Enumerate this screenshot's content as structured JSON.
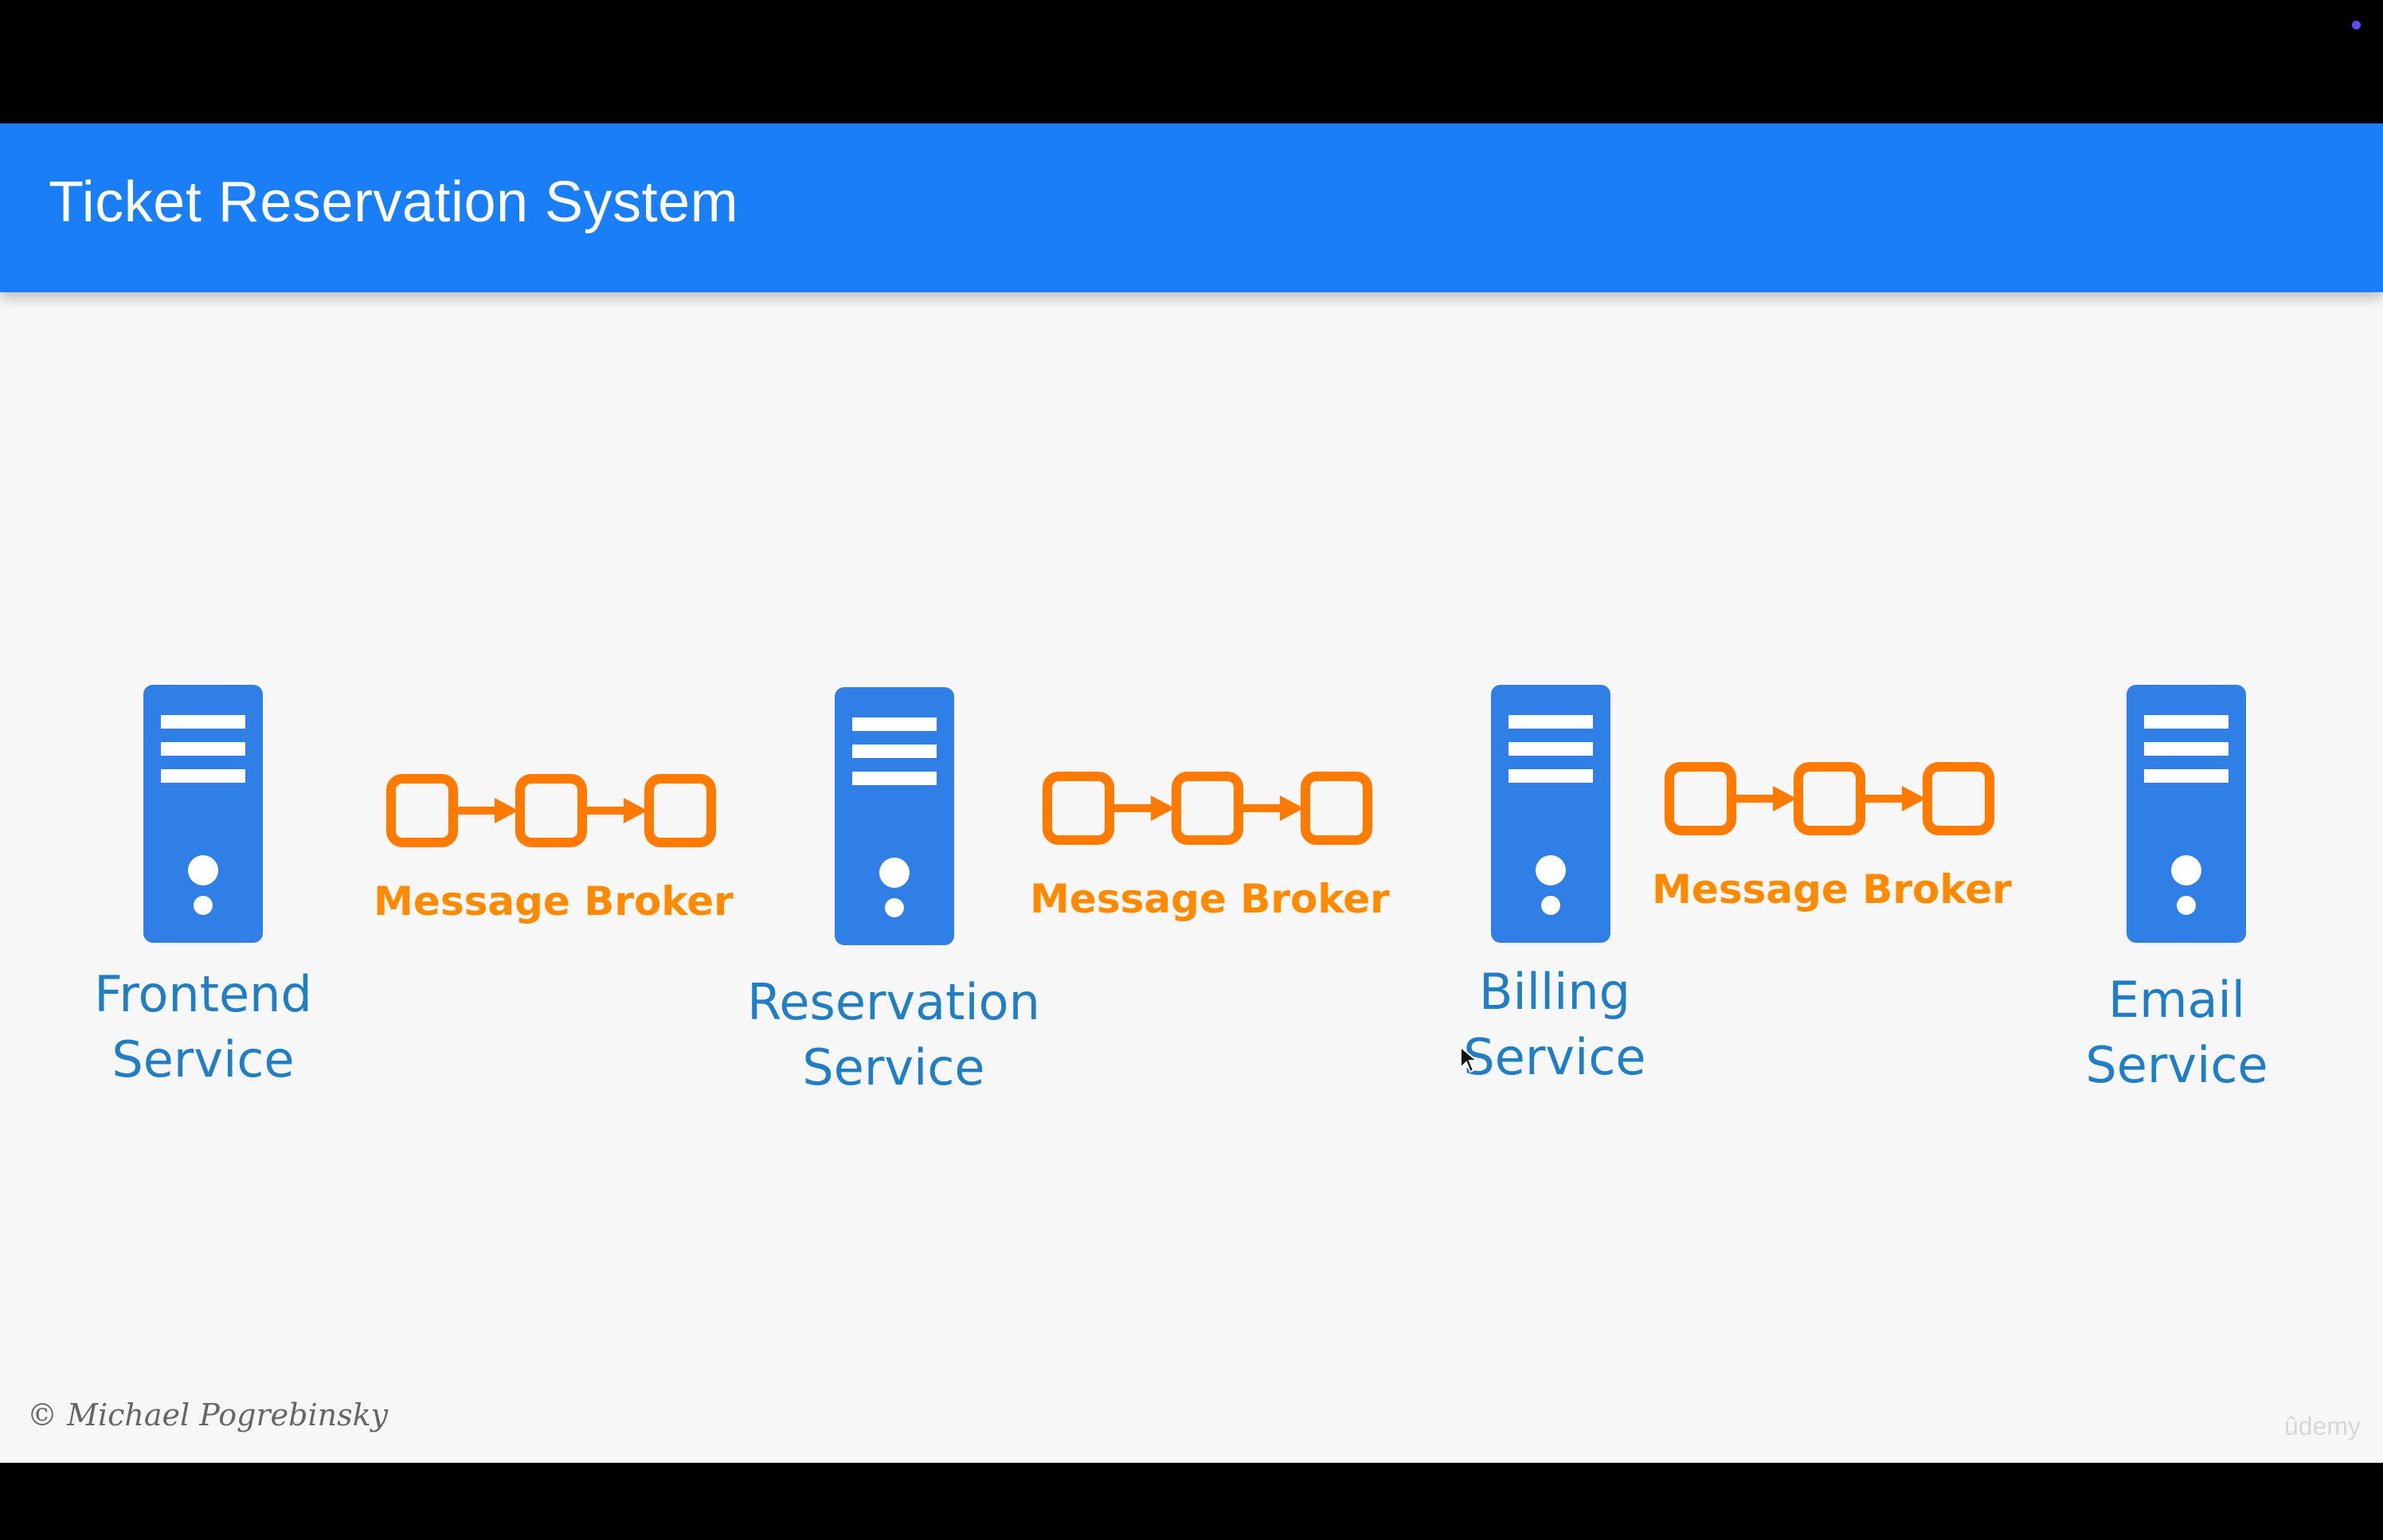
{
  "slide": {
    "title": "Ticket Reservation System",
    "copyright": "© Michael Pogrebinsky",
    "watermark": "ûdemy"
  },
  "services": [
    {
      "label_line1": "Frontend",
      "label_line2": "Service"
    },
    {
      "label_line1": "Reservation",
      "label_line2": "Service"
    },
    {
      "label_line1": "Billing",
      "label_line2": "Service"
    },
    {
      "label_line1": "Email",
      "label_line2": "Service"
    }
  ],
  "brokers": [
    {
      "label": "Message Broker"
    },
    {
      "label": "Message Broker"
    },
    {
      "label": "Message Broker"
    }
  ],
  "colors": {
    "header_bg": "#1a7ff7",
    "service_blue": "#2f7fe6",
    "service_text": "#1f7ec4",
    "broker_orange": "#ff7a00"
  },
  "icons": {
    "service": "server-icon",
    "broker": "message-queue-icon",
    "cursor": "mouse-pointer-icon"
  }
}
